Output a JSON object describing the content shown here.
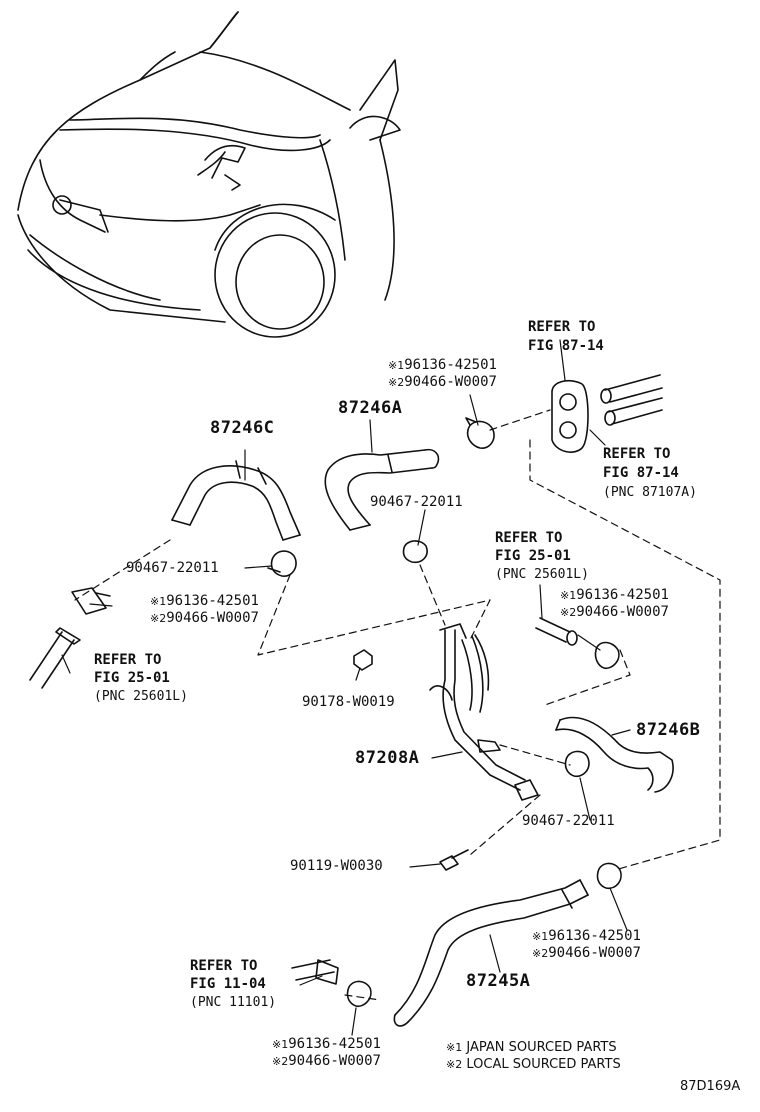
{
  "diagram": {
    "code": "87D169A",
    "parts": {
      "p87246C": "87246C",
      "p87246A": "87246A",
      "p87246B": "87246B",
      "p87245A": "87245A",
      "p87208A": "87208A",
      "p90178": "90178-W0019",
      "p90119": "90119-W0030",
      "clip_top": "90467-22011",
      "clip_left": "90467-22011",
      "clip_right": "90467-22011"
    },
    "clamps": {
      "top": {
        "m1": "※1",
        "n1": "96136-42501",
        "m2": "※2",
        "n2": "90466-W0007"
      },
      "left": {
        "m1": "※1",
        "n1": "96136-42501",
        "m2": "※2",
        "n2": "90466-W0007"
      },
      "mid": {
        "m1": "※1",
        "n1": "96136-42501",
        "m2": "※2",
        "n2": "90466-W0007"
      },
      "lowr": {
        "m1": "※1",
        "n1": "96136-42501",
        "m2": "※2",
        "n2": "90466-W0007"
      },
      "bottom": {
        "m1": "※1",
        "n1": "96136-42501",
        "m2": "※2",
        "n2": "90466-W0007"
      }
    },
    "refs": {
      "top": {
        "l1": "REFER TO",
        "l2": "FIG 87-14"
      },
      "right": {
        "l1": "REFER TO",
        "l2": "FIG 87-14",
        "l3": "(PNC 87107A)"
      },
      "mid": {
        "l1": "REFER TO",
        "l2": "FIG 25-01",
        "l3": "(PNC 25601L)"
      },
      "left": {
        "l1": "REFER TO",
        "l2": "FIG 25-01",
        "l3": "(PNC 25601L)"
      },
      "bottom": {
        "l1": "REFER TO",
        "l2": "FIG 11-04",
        "l3": "(PNC 11101)"
      }
    },
    "legend": {
      "m1": "※1",
      "t1": "JAPAN SOURCED PARTS",
      "m2": "※2",
      "t2": "LOCAL SOURCED PARTS"
    }
  }
}
